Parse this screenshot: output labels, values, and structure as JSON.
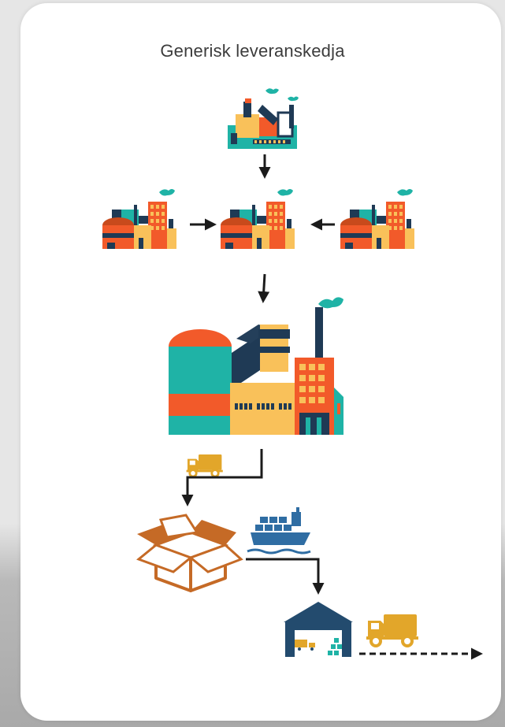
{
  "diagram": {
    "title": "Generisk leveranskedja",
    "nodes": [
      {
        "id": "raw-supplier",
        "icon": "small-factory-icon"
      },
      {
        "id": "supplier-left",
        "icon": "factory-icon"
      },
      {
        "id": "supplier-center",
        "icon": "factory-icon"
      },
      {
        "id": "supplier-right",
        "icon": "factory-icon"
      },
      {
        "id": "manufacturer",
        "icon": "large-factory-icon"
      },
      {
        "id": "packaging",
        "icon": "open-box-icon"
      },
      {
        "id": "shipping",
        "icon": "cargo-ship-icon"
      },
      {
        "id": "warehouse",
        "icon": "warehouse-icon"
      },
      {
        "id": "delivery",
        "icon": "truck-icon"
      }
    ],
    "edges": [
      [
        "raw-supplier",
        "supplier-center"
      ],
      [
        "supplier-left",
        "supplier-center"
      ],
      [
        "supplier-right",
        "supplier-center"
      ],
      [
        "supplier-center",
        "manufacturer"
      ],
      [
        "manufacturer",
        "packaging"
      ],
      [
        "packaging",
        "warehouse"
      ],
      [
        "warehouse",
        "delivery"
      ]
    ]
  },
  "colors": {
    "teal": "#1fb3a6",
    "orange": "#f25a2a",
    "yellow": "#f9c15a",
    "navy": "#1f3a55",
    "brown": "#c56a26",
    "ship-blue": "#2f6da3",
    "truck-gold": "#e2a62a",
    "warehouse-navy": "#234b6e"
  }
}
